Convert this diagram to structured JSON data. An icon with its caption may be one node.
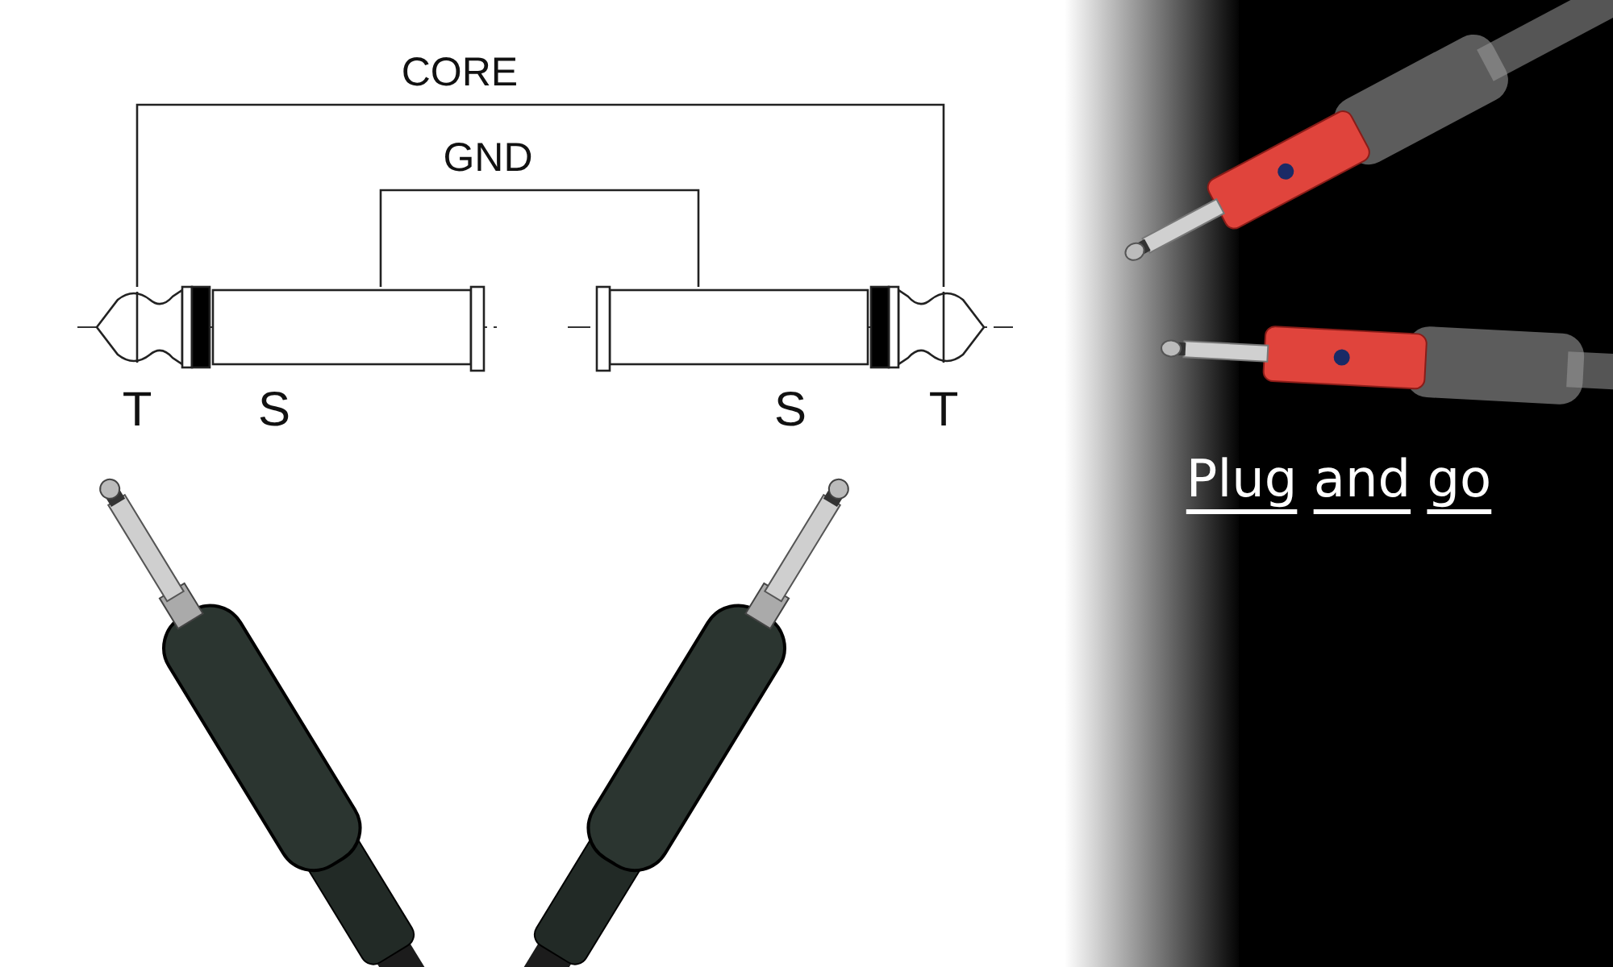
{
  "diagram": {
    "nodes": [
      {
        "text": [
          "T"
        ]
      },
      {
        "text": [
          "S"
        ]
      },
      {
        "text": [
          "S"
        ]
      },
      {
        "text": [
          "T"
        ]
      }
    ],
    "edges": [
      {
        "from": 0,
        "to": 3,
        "arrow": "none",
        "label": "CORE"
      },
      {
        "from": 1,
        "to": 2,
        "arrow": "none",
        "label": "GND"
      }
    ],
    "labels": [
      "Plug and go"
    ]
  }
}
